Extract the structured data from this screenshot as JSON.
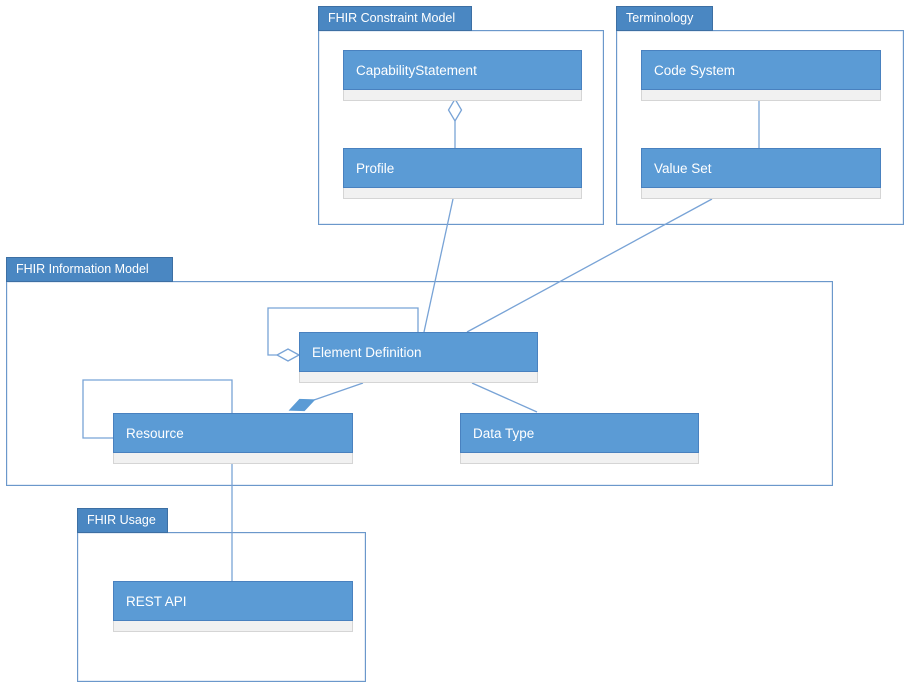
{
  "diagram_title": "FHIR architecture UML package diagram",
  "labels": {
    "package_constraint": "FHIR Constraint Model",
    "package_terminology": "Terminology",
    "package_information": "FHIR Information Model",
    "package_usage": "FHIR Usage",
    "capability_statement": "CapabilityStatement",
    "profile": "Profile",
    "code_system": "Code System",
    "value_set": "Value Set",
    "element_definition": "Element Definition",
    "resource": "Resource",
    "data_type": "Data Type",
    "rest_api": "REST API"
  },
  "packages": [
    {
      "label": "FHIR Constraint Model",
      "classes": [
        "CapabilityStatement",
        "Profile"
      ]
    },
    {
      "label": "Terminology",
      "classes": [
        "Code System",
        "Value Set"
      ]
    },
    {
      "label": "FHIR Information Model",
      "classes": [
        "Element Definition",
        "Resource",
        "Data Type"
      ]
    },
    {
      "label": "FHIR Usage",
      "classes": [
        "REST API"
      ]
    }
  ],
  "relationships": [
    {
      "from": "CapabilityStatement",
      "to": "Profile",
      "type": "aggregation (open diamond at CapabilityStatement)"
    },
    {
      "from": "Code System",
      "to": "Value Set",
      "type": "association"
    },
    {
      "from": "Profile",
      "to": "Element Definition",
      "type": "association"
    },
    {
      "from": "Value Set",
      "to": "Element Definition",
      "type": "association"
    },
    {
      "from": "Element Definition",
      "to": "Resource",
      "type": "composition (filled diamond at Resource)"
    },
    {
      "from": "Element Definition",
      "to": "Data Type",
      "type": "association"
    },
    {
      "from": "Element Definition",
      "to": "Element Definition",
      "type": "self aggregation (open diamond)"
    },
    {
      "from": "Resource",
      "to": "Resource",
      "type": "self association"
    },
    {
      "from": "Resource",
      "to": "REST API",
      "type": "association"
    }
  ],
  "colors": {
    "class_fill": "#5b9bd5",
    "class_border": "#4981bf",
    "package_tab_fill": "#4a87c2",
    "package_border": "#6b98cb",
    "compartment_fill": "#f1f1f1",
    "connector": "#78a3d6",
    "text": "#ffffff"
  }
}
